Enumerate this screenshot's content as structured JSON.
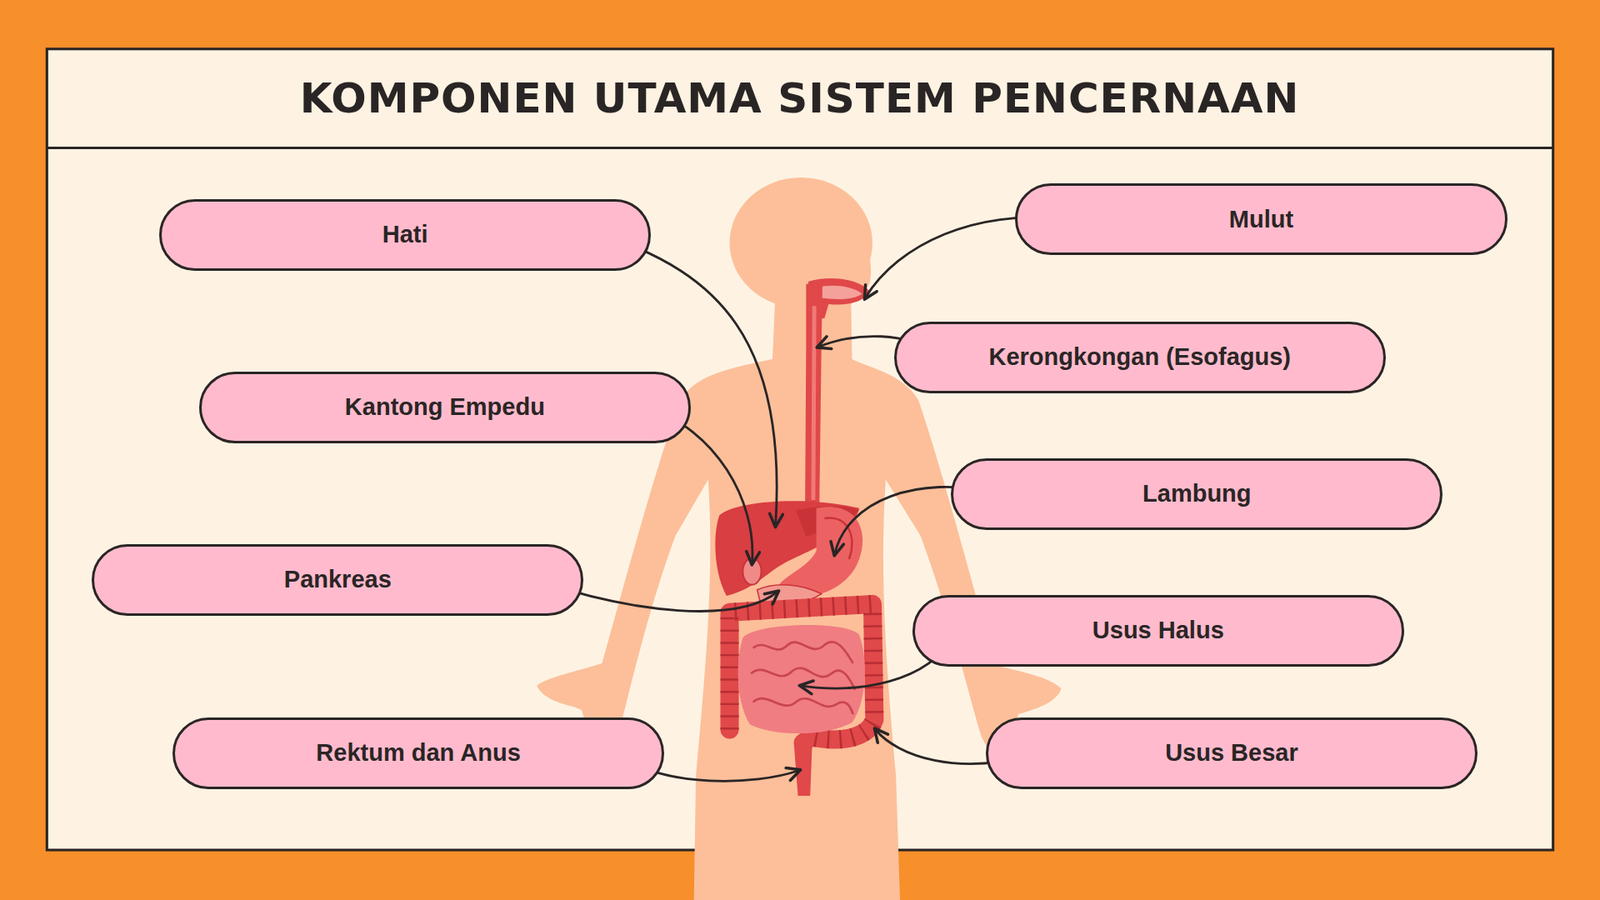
{
  "diagram": {
    "title": "KOMPONEN UTAMA SISTEM PENCERNAAN",
    "nodes": [
      {
        "text": [
          "Hati"
        ]
      },
      {
        "text": [
          "Mulut"
        ]
      },
      {
        "text": [
          "Kerongkongan (Esofagus)"
        ]
      },
      {
        "text": [
          "Kantong Empedu"
        ]
      },
      {
        "text": [
          "Lambung"
        ]
      },
      {
        "text": [
          "Pankreas"
        ]
      },
      {
        "text": [
          "Usus Halus"
        ]
      },
      {
        "text": [
          "Rektum dan Anus"
        ]
      },
      {
        "text": [
          "Usus Besar"
        ]
      }
    ]
  }
}
